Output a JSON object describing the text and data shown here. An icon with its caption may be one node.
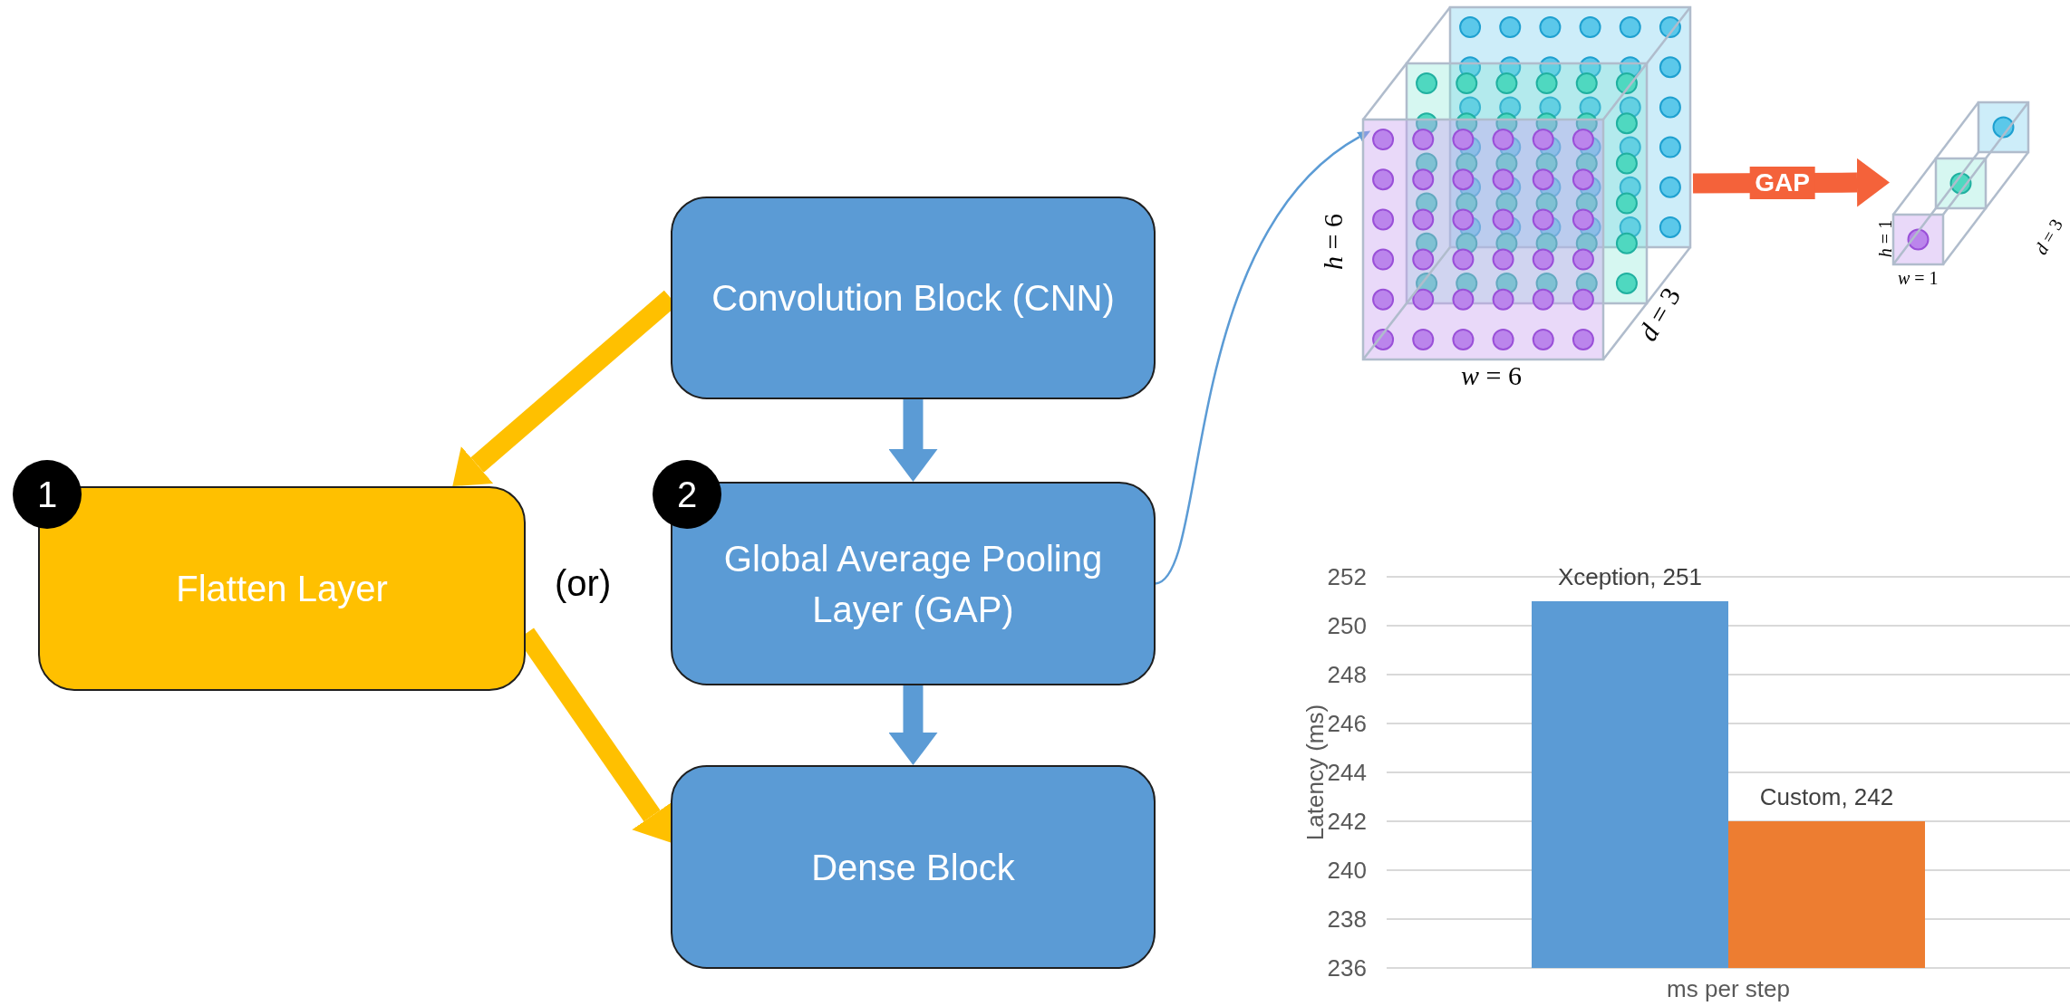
{
  "diagram": {
    "nodes": [
      {
        "text": [
          "Convolution Block (CNN)"
        ]
      },
      {
        "text": [
          "1"
        ]
      },
      {
        "text": [
          "Flatten Layer"
        ]
      },
      {
        "text": [
          "2"
        ]
      },
      {
        "text": [
          "Global Average Pooling Layer (GAP)"
        ]
      },
      {
        "text": [
          "Dense Block"
        ]
      },
      {
        "text": [],
        "shape": "picture",
        "beside": [
          "*h* = 6",
          "*w* = 6",
          "*d* = 3"
        ]
      },
      {
        "text": [],
        "shape": "picture",
        "beside": [
          "*h* = 1",
          "*w* = 1",
          "*d* = 3"
        ]
      }
    ],
    "edges": [
      {
        "from": 0,
        "to": 4,
        "arrow": "to"
      },
      {
        "from": 4,
        "to": 5,
        "arrow": "to"
      },
      {
        "from": 0,
        "to": 2,
        "arrow": "to",
        "color": "#ffc000"
      },
      {
        "from": 2,
        "to": 5,
        "arrow": "to",
        "color": "#ffc000"
      },
      {
        "from": 4,
        "to": 6,
        "arrow": "to"
      },
      {
        "from": 6,
        "to": 7,
        "arrow": "to",
        "label": "GAP",
        "color": "#f4623a"
      }
    ],
    "labels": [
      "(or)"
    ],
    "chart_data": {
      "type": "bar",
      "ylabel": "Latency (ms)",
      "categories": [
        "ms per step"
      ],
      "series": [
        {
          "color": "#5b9bd5",
          "values": [
            251
          ]
        },
        {
          "color": "#ed7d31",
          "values": [
            242
          ]
        }
      ],
      "ylim": [
        236,
        252
      ],
      "yticks": [
        236,
        238,
        240,
        242,
        244,
        246,
        248,
        250,
        252
      ],
      "grid": true,
      "value_labels": [
        "Xception, 251",
        "Custom, 242"
      ]
    }
  }
}
